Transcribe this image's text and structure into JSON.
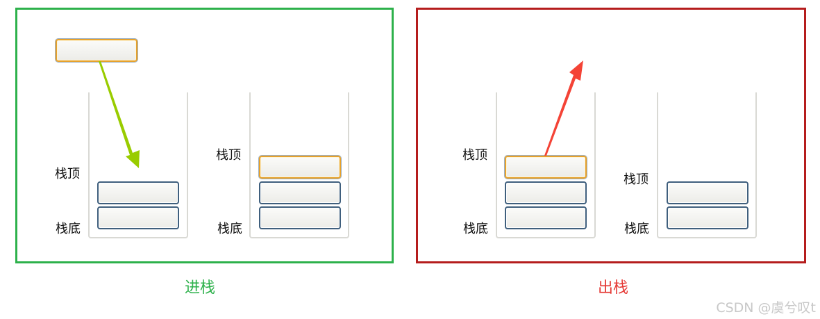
{
  "labels": {
    "top": "栈顶",
    "bottom": "栈底"
  },
  "captions": {
    "push": "进栈",
    "pop": "出栈"
  },
  "watermark": "CSDN @虞兮叹t",
  "colors": {
    "push_border": "#2db14b",
    "pop_border": "#b51d1d",
    "push_arrow": "#99cc00",
    "pop_arrow": "#f44336",
    "highlight_box": "#e6a12c"
  }
}
